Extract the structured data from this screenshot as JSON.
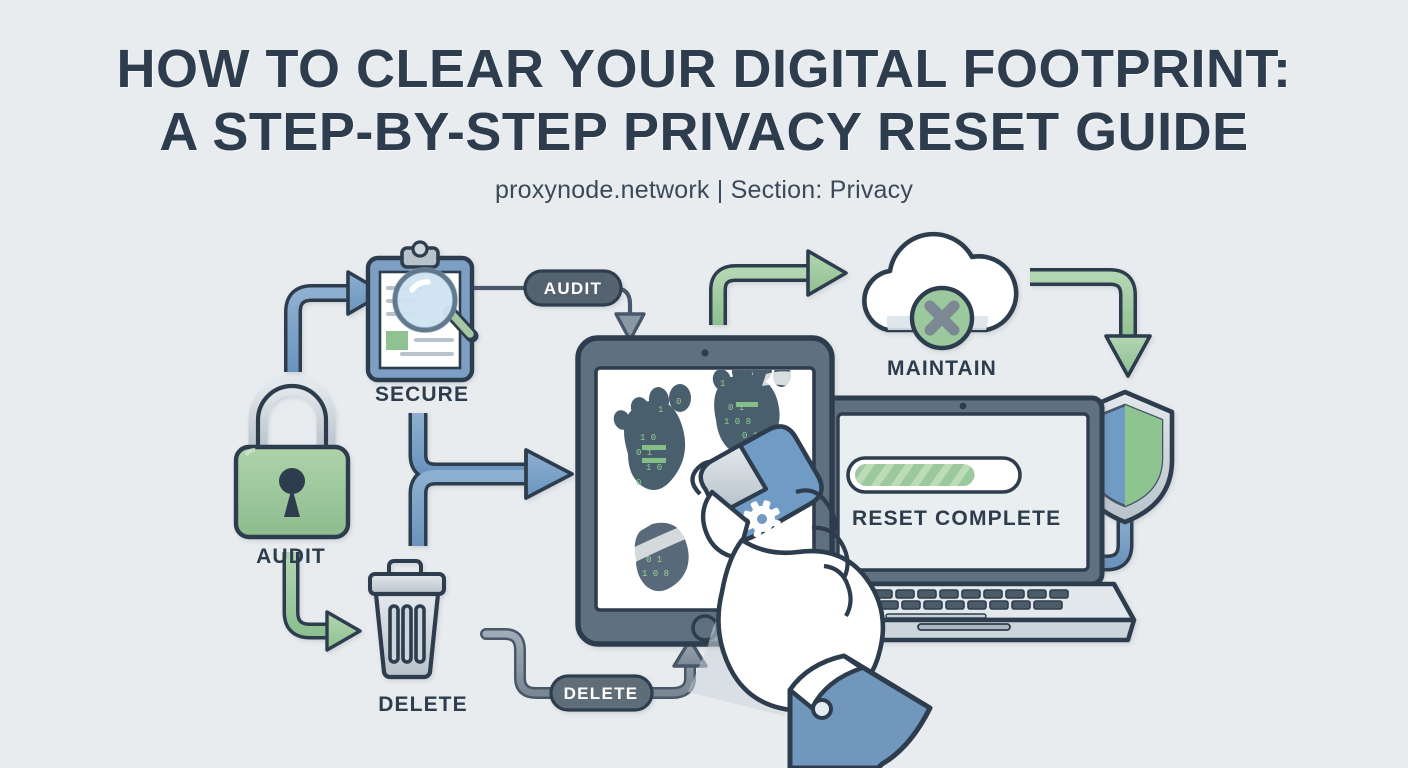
{
  "header": {
    "title_line1": "How to Clear Your Digital Footprint:",
    "title_line2": "A Step-by-Step Privacy Reset Guide",
    "subtitle": "proxynode.network | Section: Privacy",
    "title_color": "#2e3d4d",
    "subtitle_color": "#3b4a58"
  },
  "canvas": {
    "background_color": "#e8ecef",
    "accent_blue": "#6f9bc4",
    "accent_green": "#98c99a",
    "accent_gray": "#8a98a4",
    "outline": "#2e3d4d"
  },
  "nodes": [
    {
      "id": "lock",
      "label": "AUDIT",
      "icon": "padlock-icon",
      "color": "#9cc89e"
    },
    {
      "id": "clipboard",
      "label": "SECURE",
      "icon": "clipboard-search-icon",
      "color": "#7d9fc4"
    },
    {
      "id": "trash",
      "label": "DELETE",
      "icon": "trash-can-icon",
      "color": "#c3ccd3"
    },
    {
      "id": "cloud",
      "label": "MAINTAIN",
      "icon": "cloud-remove-icon",
      "color": "#ffffff"
    },
    {
      "id": "shield",
      "label": "",
      "icon": "shield-icon",
      "color": "#6f9bc4"
    }
  ],
  "connectors": [
    {
      "id": "lock-to-clipboard",
      "badge": "",
      "color": "#6f9bc4"
    },
    {
      "id": "clipboard-to-tablet",
      "badge": "AUDIT",
      "color": "#8a98a4"
    },
    {
      "id": "branch-to-tablet",
      "badge": "",
      "color": "#6f9bc4"
    },
    {
      "id": "lock-to-trash",
      "badge": "",
      "color": "#98c99a"
    },
    {
      "id": "trash-to-tablet",
      "badge": "DELETE",
      "color": "#8a98a4"
    },
    {
      "id": "cloud-to-shield",
      "badge": "",
      "color": "#98c99a"
    },
    {
      "id": "shield-to-laptop",
      "badge": "",
      "color": "#6f9bc4"
    }
  ],
  "badges": {
    "audit": "AUDIT",
    "delete": "DELETE"
  },
  "tablet": {
    "screen_content": "digital-footprints-binary",
    "footprint_digits": [
      "0",
      "1",
      "0",
      "1",
      "1",
      "0",
      "0",
      "1",
      "8",
      "0",
      "1",
      "0"
    ],
    "eraser_icon": "gear-icon"
  },
  "laptop": {
    "status_text": "RESET COMPLETE",
    "progress_percent": 72,
    "progress_color": "#9cc89e"
  }
}
